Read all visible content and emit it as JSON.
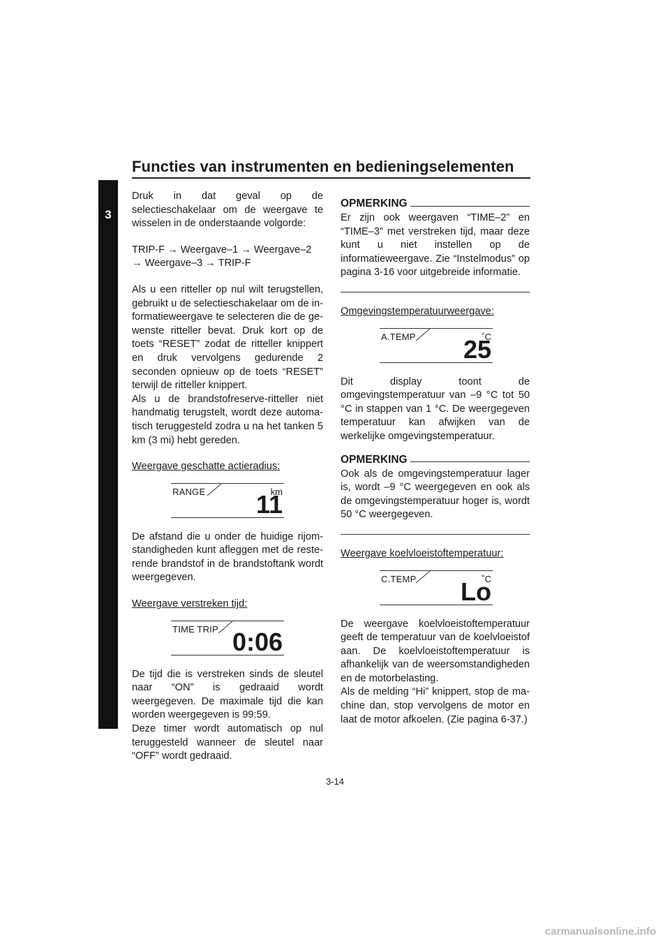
{
  "header": {
    "title": "Functies van instrumenten en bedieningselementen",
    "chapter": "3"
  },
  "left": {
    "p1": "Druk in dat geval op de selectieschakelaar om de weergave te wisselen in de onder­staande volgorde:",
    "p2": "TRIP-F → Weergave–1 → Weergave–2 → Weergave–3 → TRIP-F",
    "p3a": "Als u een ritteller op nul wilt terugstellen, gebruikt u de selectieschakelaar om de in­formatieweergave te selecteren die de ge­wenste ritteller bevat. Druk kort op de toets “RESET” zodat de ritteller knippert en druk vervolgens gedurende 2 seconden op­nieuw op de toets “RESET” terwijl de rittel­ler knippert.",
    "p3b": "Als u de brandstofreserve-ritteller niet handmatig terugstelt, wordt deze automa­tisch teruggesteld zodra u na het tanken 5 km (3 mi) hebt gereden.",
    "range_heading": "Weergave geschatte actieradius:",
    "range_display": {
      "label": "RANGE",
      "unit": "km",
      "value": "11"
    },
    "p4": "De afstand die u onder de huidige rijom­standigheden kunt afleggen met de reste­rende brandstof in de brandstoftank wordt weergegeven.",
    "time_heading": "Weergave verstreken tijd:",
    "time_display": {
      "label": "TIME TRIP",
      "unit": "",
      "value": "0:06"
    },
    "p5a": "De tijd die is verstreken sinds de sleutel naar “ON” is gedraaid wordt weergegeven. De maximale tijd die kan worden weerge­geven is 99:59.",
    "p5b": "Deze timer wordt automatisch op nul terug­gesteld wanneer de sleutel naar “OFF” wordt gedraaid."
  },
  "right": {
    "note1_title": "OPMERKING",
    "note1_text": "Er zijn ook weergaven “TIME–2” en “TIME–3” met verstreken tijd, maar deze kunt u niet instellen op de informatieweergave. Zie “Instelmodus” op pagina 3-16 voor uitge­breide informatie.",
    "atemp_heading": "Omgevingstemperatuurweergave:",
    "atemp_display": {
      "label": "A.TEMP",
      "unit": "˚C",
      "value": "25"
    },
    "p6": "Dit display toont de omgevingstemperatuur van –9 °C tot 50 °C in stappen van 1 °C. De weergegeven temperatuur kan afwijken van de werkelijke omgevingstemperatuur.",
    "note2_title": "OPMERKING",
    "note2_text": "Ook als de omgevingstemperatuur lager is, wordt –9 °C weergegeven en ook als de omgevingstemperatuur hoger is, wordt 50 °C weergegeven.",
    "ctemp_heading": "Weergave koelvloeistoftemperatuur:",
    "ctemp_display": {
      "label": "C.TEMP",
      "unit": "˚C",
      "value": "Lo"
    },
    "p7a": "De weergave koelvloeistoftemperatuur geeft de temperatuur van de koelvloeistof aan. De koelvloeistoftemperatuur is afhan­kelijk van de weersomstandigheden en de motorbelasting.",
    "p7b": "Als de melding “Hi” knippert, stop de ma­chine dan, stop vervolgens de motor en laat de motor afkoelen. (Zie pagina 6-37.)"
  },
  "footer": {
    "page_number": "3-14",
    "watermark": "carmanualsonline.info"
  }
}
